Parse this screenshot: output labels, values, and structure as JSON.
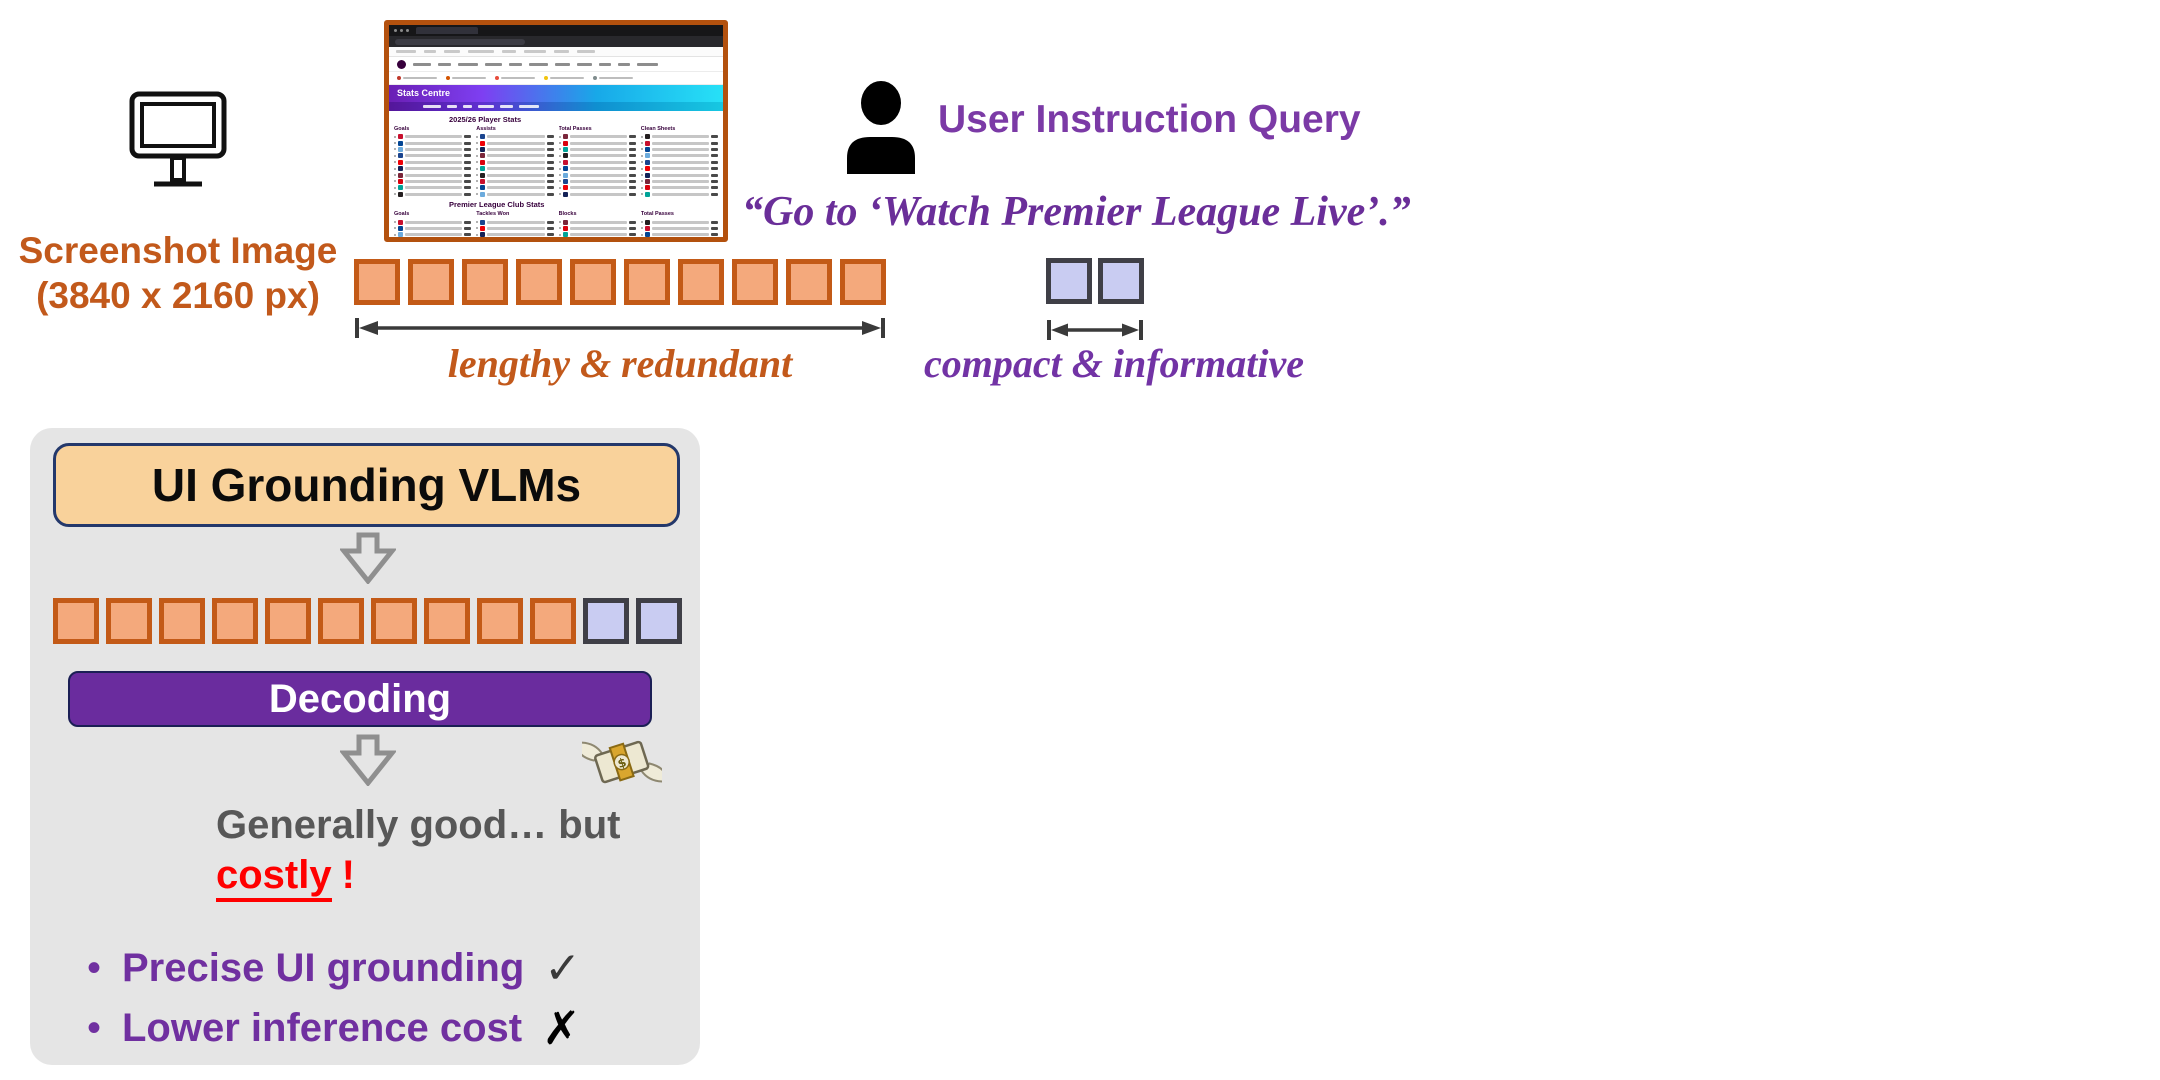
{
  "figure": {
    "screenshot": {
      "label_line1": "Screenshot Image",
      "label_line2": "(3840 x 2160 px)",
      "tokens_caption": "lengthy & redundant",
      "token_count": 10
    },
    "query": {
      "title": "User Instruction Query",
      "quote": "“Go to ‘Watch Premier League Live’.”",
      "tokens_caption": "compact & informative",
      "token_count": 2
    },
    "pipeline": {
      "title": "UI Grounding VLMs",
      "input_image_tokens": 10,
      "input_query_tokens": 2,
      "decoding_label": "Decoding",
      "money_icon": "money-with-wings",
      "result_prefix": "Generally good… but",
      "result_highlight": "costly",
      "result_suffix": "!",
      "bullets": [
        {
          "text": "Precise UI grounding",
          "mark": "✓"
        },
        {
          "text": "Lower inference cost",
          "mark": "✗"
        }
      ]
    },
    "thumbnail": {
      "banner_title": "Stats Centre",
      "page_heading": "2025/26 Player Stats",
      "club_heading": "Premier League Club Stats",
      "player_columns": [
        "Goals",
        "Assists",
        "Total Passes",
        "Clean Sheets"
      ],
      "club_columns": [
        "Goals",
        "Tackles Won",
        "Blocks",
        "Total Passes"
      ],
      "player_rows": 10,
      "club_rows": 3
    },
    "colors": {
      "orange": "#C2591B",
      "orange_token_fill": "#F4A97C",
      "purple": "#7030A0",
      "purple_token_fill": "#C9CCF2",
      "panel_bg": "#E5E5E5",
      "pill_bg": "#F9D29B",
      "decoding_bg": "#6A2C9E",
      "costly_red": "#FF0000"
    }
  }
}
